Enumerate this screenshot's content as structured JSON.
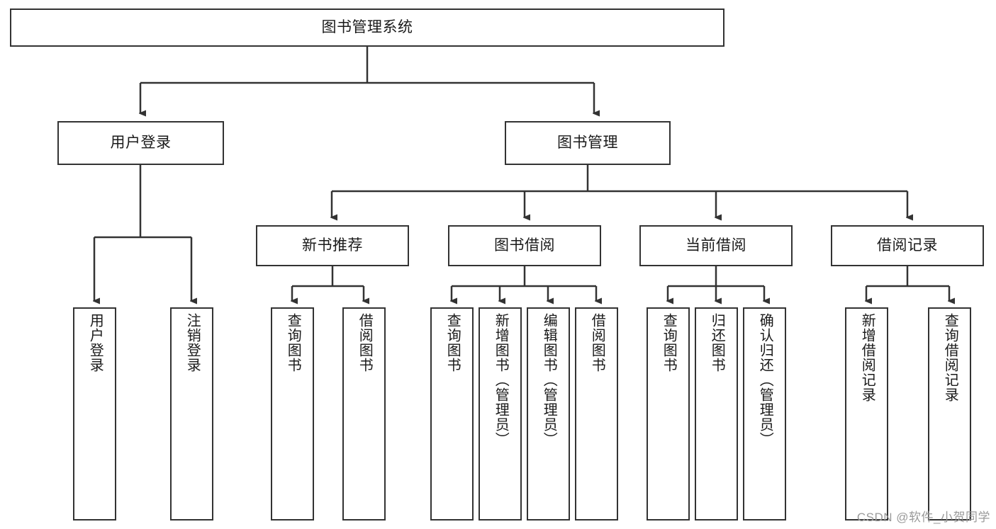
{
  "diagram": {
    "title": "图书管理系统",
    "type": "tree-hierarchy-chart",
    "colors": {
      "node_border": "#333333",
      "node_fill": "#ffffff",
      "connector": "#333333",
      "text": "#1a1a1a",
      "watermark": "#9a9a9a",
      "background": "#ffffff"
    },
    "root": {
      "label": "图书管理系统"
    },
    "level2": [
      {
        "label": "用户登录"
      },
      {
        "label": "图书管理"
      }
    ],
    "level3": [
      {
        "label": "新书推荐"
      },
      {
        "label": "图书借阅"
      },
      {
        "label": "当前借阅"
      },
      {
        "label": "借阅记录"
      }
    ],
    "leaves": {
      "user_login": [
        {
          "label": "用户登录"
        },
        {
          "label": "注销登录"
        }
      ],
      "new_book_recommend": [
        {
          "label": "查询图书"
        },
        {
          "label": "借阅图书"
        }
      ],
      "book_borrow": [
        {
          "label": "查询图书"
        },
        {
          "label": "新增图书（管理员）"
        },
        {
          "label": "编辑图书（管理员）"
        },
        {
          "label": "借阅图书"
        }
      ],
      "current_borrow": [
        {
          "label": "查询图书"
        },
        {
          "label": "归还图书"
        },
        {
          "label": "确认归还（管理员）"
        }
      ],
      "borrow_record": [
        {
          "label": "新增借阅记录"
        },
        {
          "label": "查询借阅记录"
        }
      ]
    }
  },
  "watermark": {
    "text": "CSDN @软件_小贺同学"
  }
}
